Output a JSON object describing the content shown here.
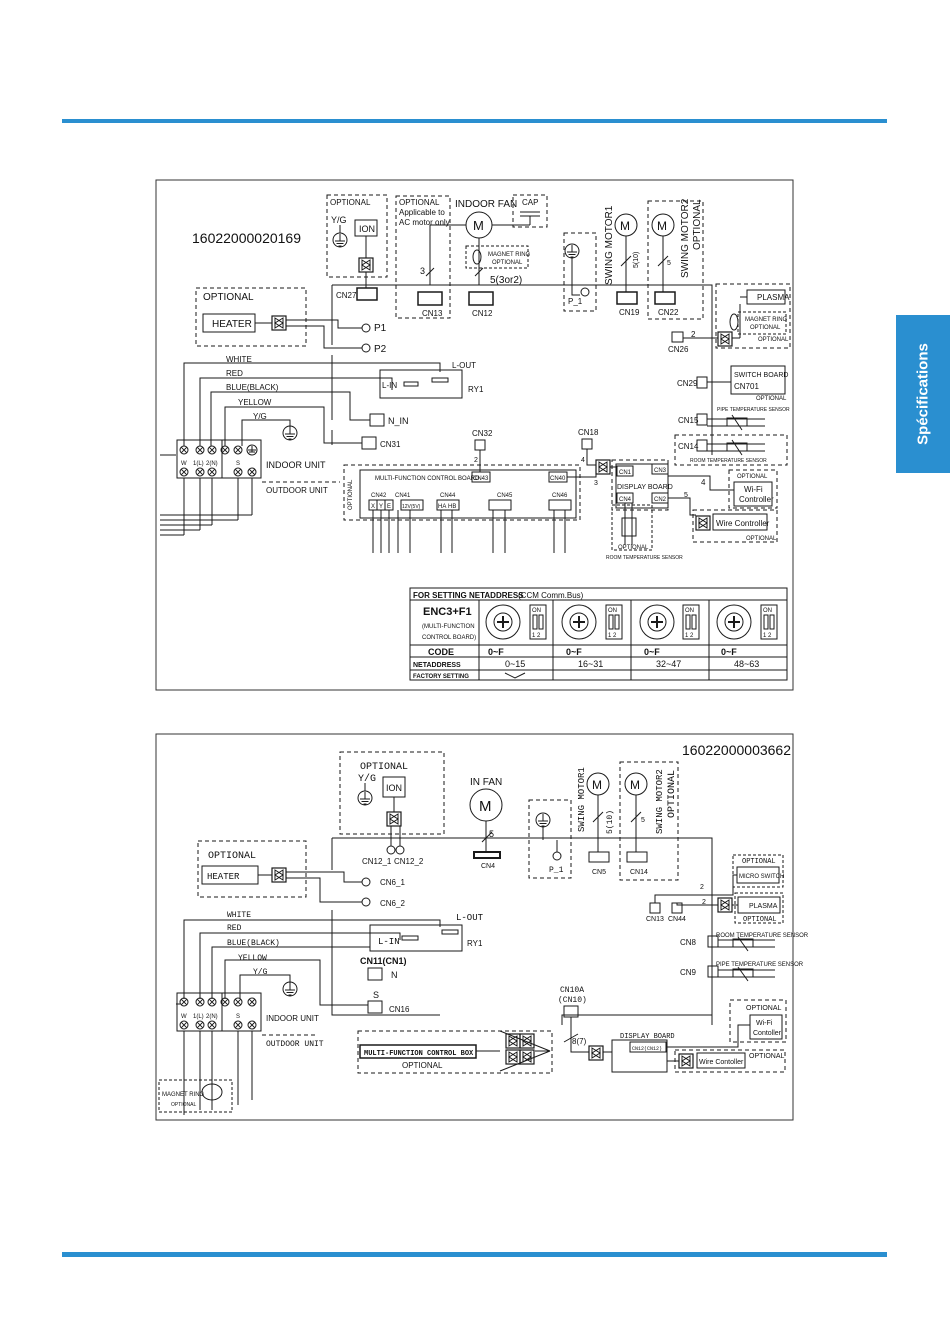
{
  "side_tab": "Spécifications",
  "colors": {
    "accent": "#2a8fd0"
  },
  "diagram1": {
    "code": "16022000020169",
    "optional": "OPTIONAL",
    "yg": "Y/G",
    "ion": "ION",
    "optional_applicable_1": "OPTIONAL",
    "optional_applicable_2": "Applicable to",
    "optional_applicable_3": "AC motor only",
    "indoor_fan": "INDOOR FAN",
    "motor": "M",
    "cap": "CAP",
    "magnet_ring": "MAGNET RING",
    "magnet_ring_optional": "OPTIONAL",
    "swing_motor1": "SWING MOTOR1",
    "swing_motor2": "SWING MOTOR2",
    "swing_motor2_optional": "OPTIONAL",
    "wire_3": "3",
    "wire_5_3or2": "5(3or2)",
    "wire_5_10": "5(10)",
    "wire_5": "5",
    "wire_2": "2",
    "wire_4": "4",
    "wire_3b": "3",
    "cn27": "CN27",
    "cn13": "CN13",
    "cn12": "CN12",
    "p1_label": "P_1",
    "cn19": "CN19",
    "cn22": "CN22",
    "cn26": "CN26",
    "plasma": "PLASMA",
    "magnet_ring_plasma": "MAGNET RING",
    "optional_plasma": "OPTIONAL",
    "optional_small": "OPTIONAL",
    "heater_optional": "OPTIONAL",
    "heater": "HEATER",
    "p1": "P1",
    "p2": "P2",
    "white": "WHITE",
    "red": "RED",
    "blue_black": "BLUE(BLACK)",
    "yellow": "YELLOW",
    "yg2": "Y/G",
    "l_out": "L-OUT",
    "l_in": "L-IN",
    "ry1": "RY1",
    "n_in": "N_IN",
    "cn31": "CN31",
    "cn29": "CN29",
    "switch_board": "SWITCH BOARD",
    "cn701": "CN701",
    "switch_optional": "OPTIONAL",
    "cn15": "CN15",
    "pipe_temp_sensor": "PIPE TEMPERATURE SENSOR",
    "cn14": "CN14",
    "room_temp_sensor": "ROOM TEMPERATURE SENSOR",
    "wifi_optional": "OPTIONAL",
    "wifi": "Wi-Fi",
    "controller": "Controller",
    "indoor_unit": "INDOOR UNIT",
    "outdoor_unit": "OUTDOOR UNIT",
    "term_labels": [
      "W",
      "1(L)",
      "2(N)",
      "S"
    ],
    "cn32": "CN32",
    "cn18": "CN18",
    "mfcb": "MULTI-FUNCTION CONTROL BOARD",
    "mfcb_optional": "OPTIONAL",
    "cn43": "CN43",
    "cn40": "CN40",
    "cn42": "CN42",
    "cn41": "CN41",
    "cn44": "CN44",
    "cn45": "CN45",
    "cn46": "CN46",
    "cn42_pins": [
      "X",
      "Y",
      "E"
    ],
    "cn41_pin": "12V(5V)",
    "cn44_pins": [
      "HA",
      "HB"
    ],
    "cn1": "CN1",
    "cn3": "CN3",
    "display_board": "DISPLAY BOARD",
    "cn4": "CN4",
    "cn2": "CN2",
    "wire_5b": "5",
    "wire_controller": "Wire Controller",
    "wire_controller_optional": "OPTIONAL",
    "room_optional": "OPTIONAL",
    "room_temp_sensor2": "ROOM TEMPERATURE SENSOR",
    "table": {
      "title": "FOR SETTING NETADDRESS",
      "title_note": "(CCM Comm.Bus)",
      "enc": "ENC3+F1",
      "enc_note1": "(MULTI-FUNCTION",
      "enc_note2": "CONTROL BOARD)",
      "on": "ON",
      "sw_nums": "1 2",
      "code_label": "CODE",
      "codes": [
        "0~F",
        "0~F",
        "0~F",
        "0~F"
      ],
      "netaddress_label": "NETADDRESS",
      "netaddresses": [
        "0~15",
        "16~31",
        "32~47",
        "48~63"
      ],
      "factory_setting": "FACTORY SETTING"
    }
  },
  "diagram2": {
    "code": "16022000003662",
    "optional_ion": "OPTIONAL",
    "yg": "Y/G",
    "ion": "ION",
    "in_fan": "IN FAN",
    "motor": "M",
    "wire_5": "5",
    "cn4": "CN4",
    "p1": "P_1",
    "swing_motor1": "SWING MOTOR1",
    "swing_motor2": "SWING MOTOR2",
    "swing_motor2_optional": "OPTIONAL",
    "wire_5_10": "5(10)",
    "wire_5b": "5",
    "cn5": "CN5",
    "cn14": "CN14",
    "heater_optional": "OPTIONAL",
    "heater": "HEATER",
    "cn12_1": "CN12_1",
    "cn12_2": "CN12_2",
    "cn6_1": "CN6_1",
    "cn6_2": "CN6_2",
    "optional_micro": "OPTIONAL",
    "micro_switch": "MICRO SWITCH",
    "plasma": "PLASMA",
    "optional_plasma": "OPTIONAL",
    "wire_2a": "2",
    "wire_2b": "2",
    "cn13": "CN13",
    "cn44": "CN44",
    "white": "WHITE",
    "red": "RED",
    "blue_black": "BLUE(BLACK)",
    "yellow": "YELLOW",
    "yg2": "Y/G",
    "l_out": "L-OUT",
    "l_in": "L-IN",
    "ry1": "RY1",
    "cn11": "CN11(CN1)",
    "n": "N",
    "s": "S",
    "cn16": "CN16",
    "cn8": "CN8",
    "room_temp_sensor": "ROOM TEMPERATURE SENSOR",
    "cn9": "CN9",
    "pipe_temp_sensor": "PIPE TEMPERATURE SENSOR",
    "indoor_unit": "INDOOR UNIT",
    "outdoor_unit": "OUTDOOR UNIT",
    "term_labels": [
      "W",
      "1(L)",
      "2(N)",
      "S"
    ],
    "cn10a": "CN10A",
    "cn10": "(CN10)",
    "wire_8_7": "8(7)",
    "mfcb": "MULTI-FUNCTION CONTROL BOX",
    "mfcb_optional": "OPTIONAL",
    "display_board": "DISPLAY BOARD",
    "cn": "CN12(CN12)",
    "wifi_optional": "OPTIONAL",
    "wifi": "Wi-Fi",
    "controller": "Contoller",
    "wire_controller": "Wire Contoller",
    "wire_controller_optional": "OPTIONAL",
    "magnet_ring": "MAGNET RING",
    "magnet_ring_optional": "OPTIONAL"
  }
}
